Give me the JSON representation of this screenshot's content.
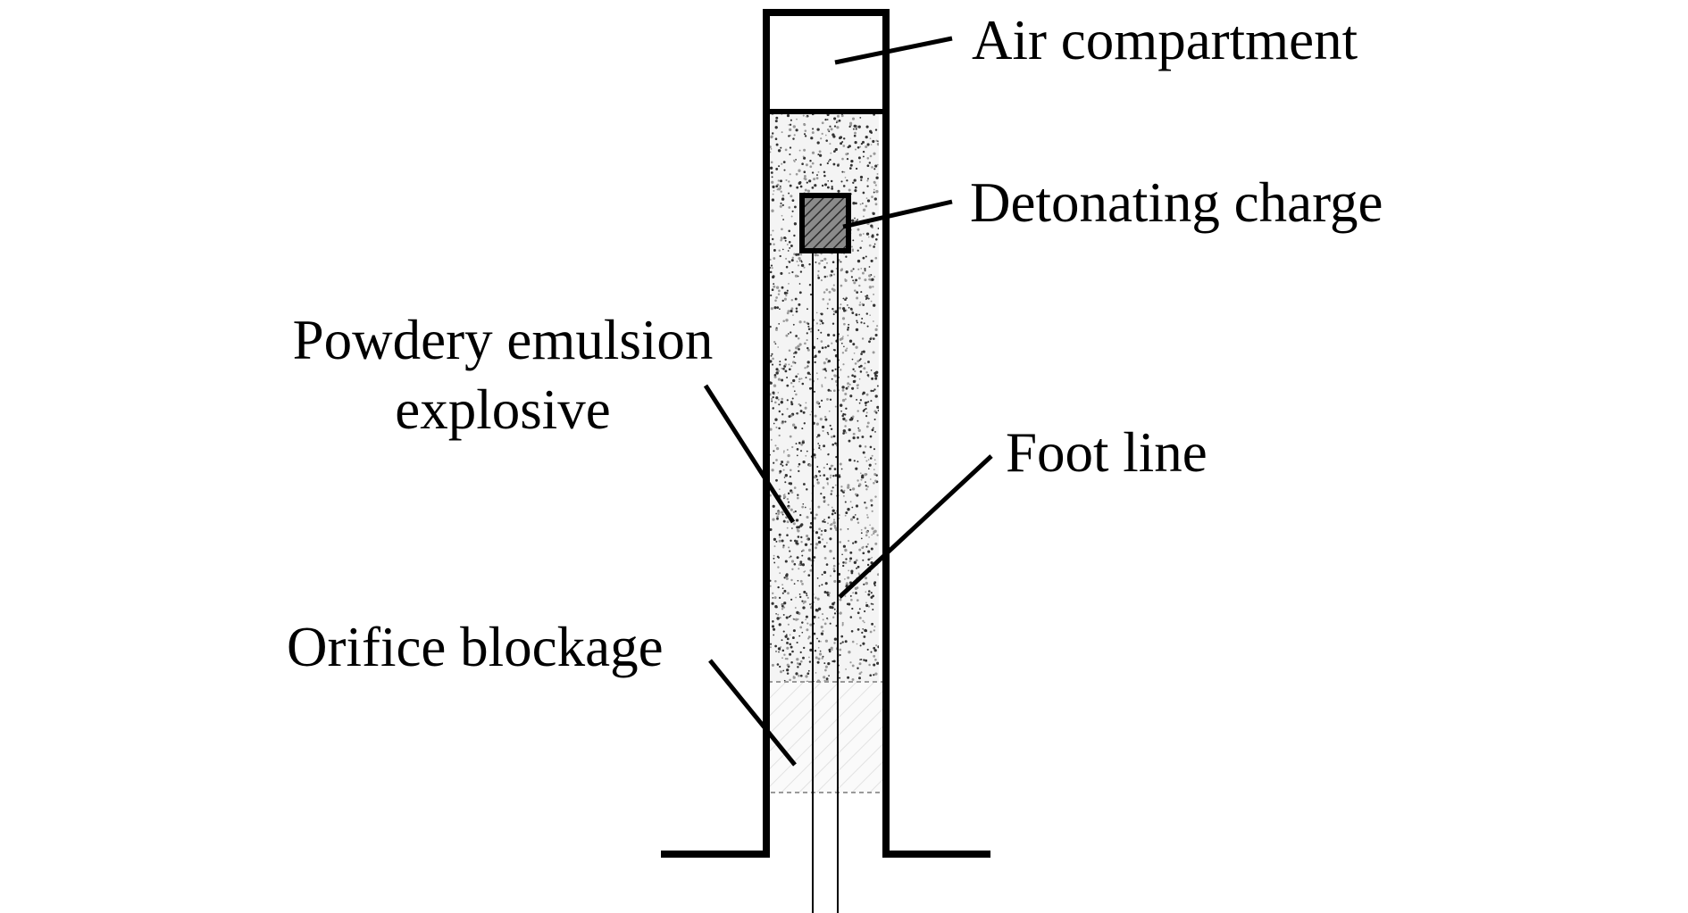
{
  "labels": {
    "air_compartment": "Air compartment",
    "detonating_charge": "Detonating charge",
    "explosive_line1": "Powdery emulsion",
    "explosive_line2": "explosive",
    "foot_line": "Foot line",
    "orifice_blockage": "Orifice blockage"
  },
  "colors": {
    "stroke": "#000000",
    "background": "#ffffff",
    "explosive_fill": "#f4f4f4",
    "stipple_dark": "#333333",
    "stipple_light": "#9a9a9a",
    "blockage_fill": "#fafafa",
    "blockage_hatch": "#dcdcdc",
    "charge_fill": "#8a8a8a",
    "charge_hatch": "#2a2a2a"
  }
}
